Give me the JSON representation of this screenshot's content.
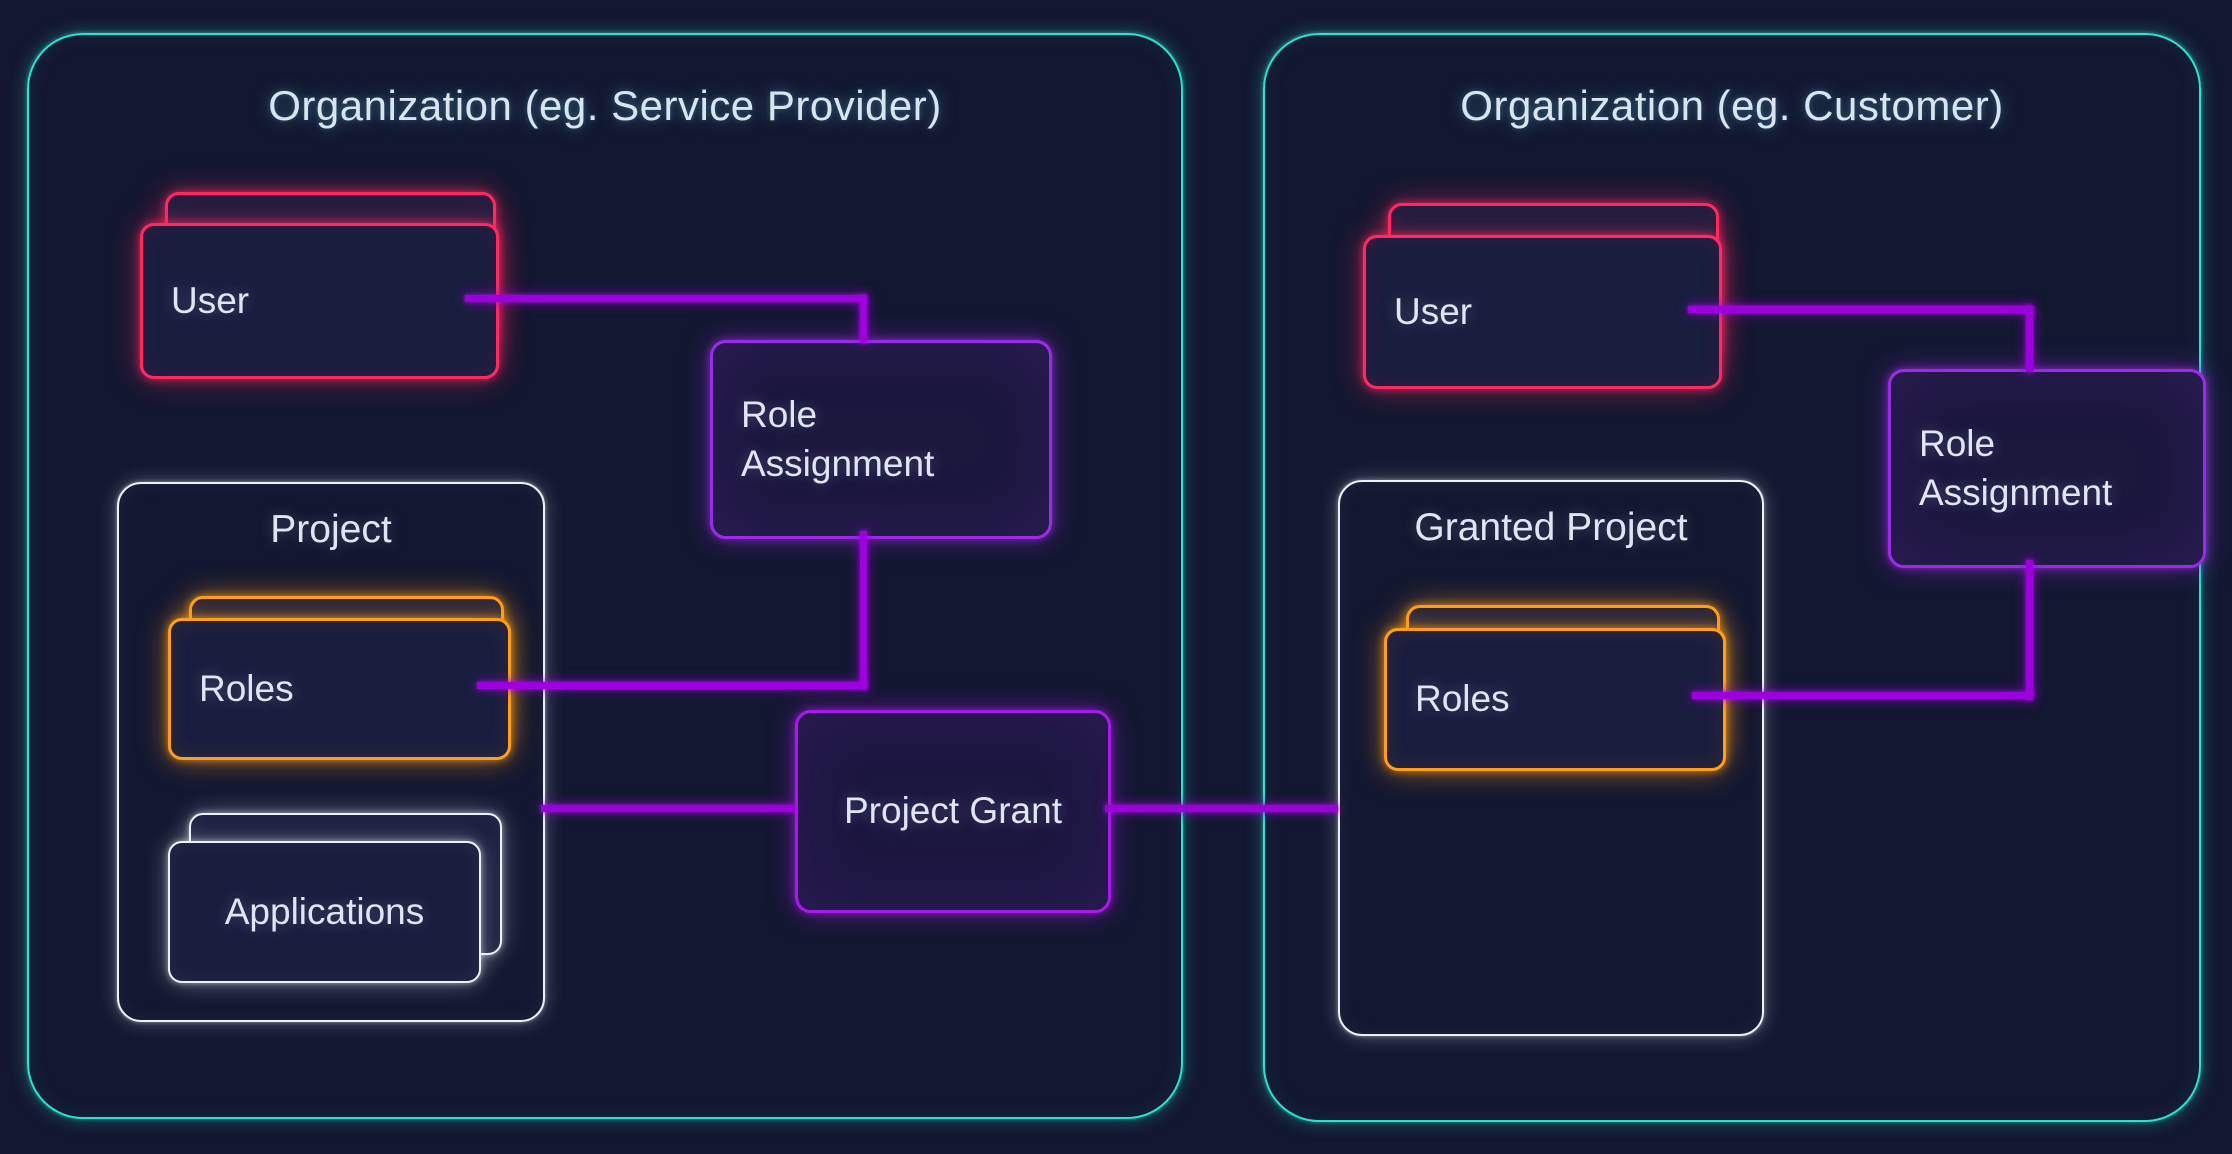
{
  "colors": {
    "background": "#131731",
    "card_fill": "#191d3e",
    "org_border": "#2ae2d0",
    "user_border": "#ff2a5f",
    "roles_border": "#ff9e18",
    "neutral_border": "#edf1f9",
    "role_assignment_border": "#9b2ce6",
    "project_grant_border": "#a81ae8",
    "connector": "#9c00dc",
    "text": "#dfe5f2",
    "title_text": "#d8e5ef"
  },
  "left_org": {
    "title": "Organization (eg. Service Provider)",
    "user_label": "User",
    "role_assignment_label": "Role Assignment",
    "project_title": "Project",
    "roles_label": "Roles",
    "applications_label": "Applications",
    "project_grant_label": "Project Grant"
  },
  "right_org": {
    "title": "Organization (eg. Customer)",
    "user_label": "User",
    "role_assignment_label": "Role Assignment",
    "granted_project_title": "Granted Project",
    "roles_label": "Roles"
  }
}
